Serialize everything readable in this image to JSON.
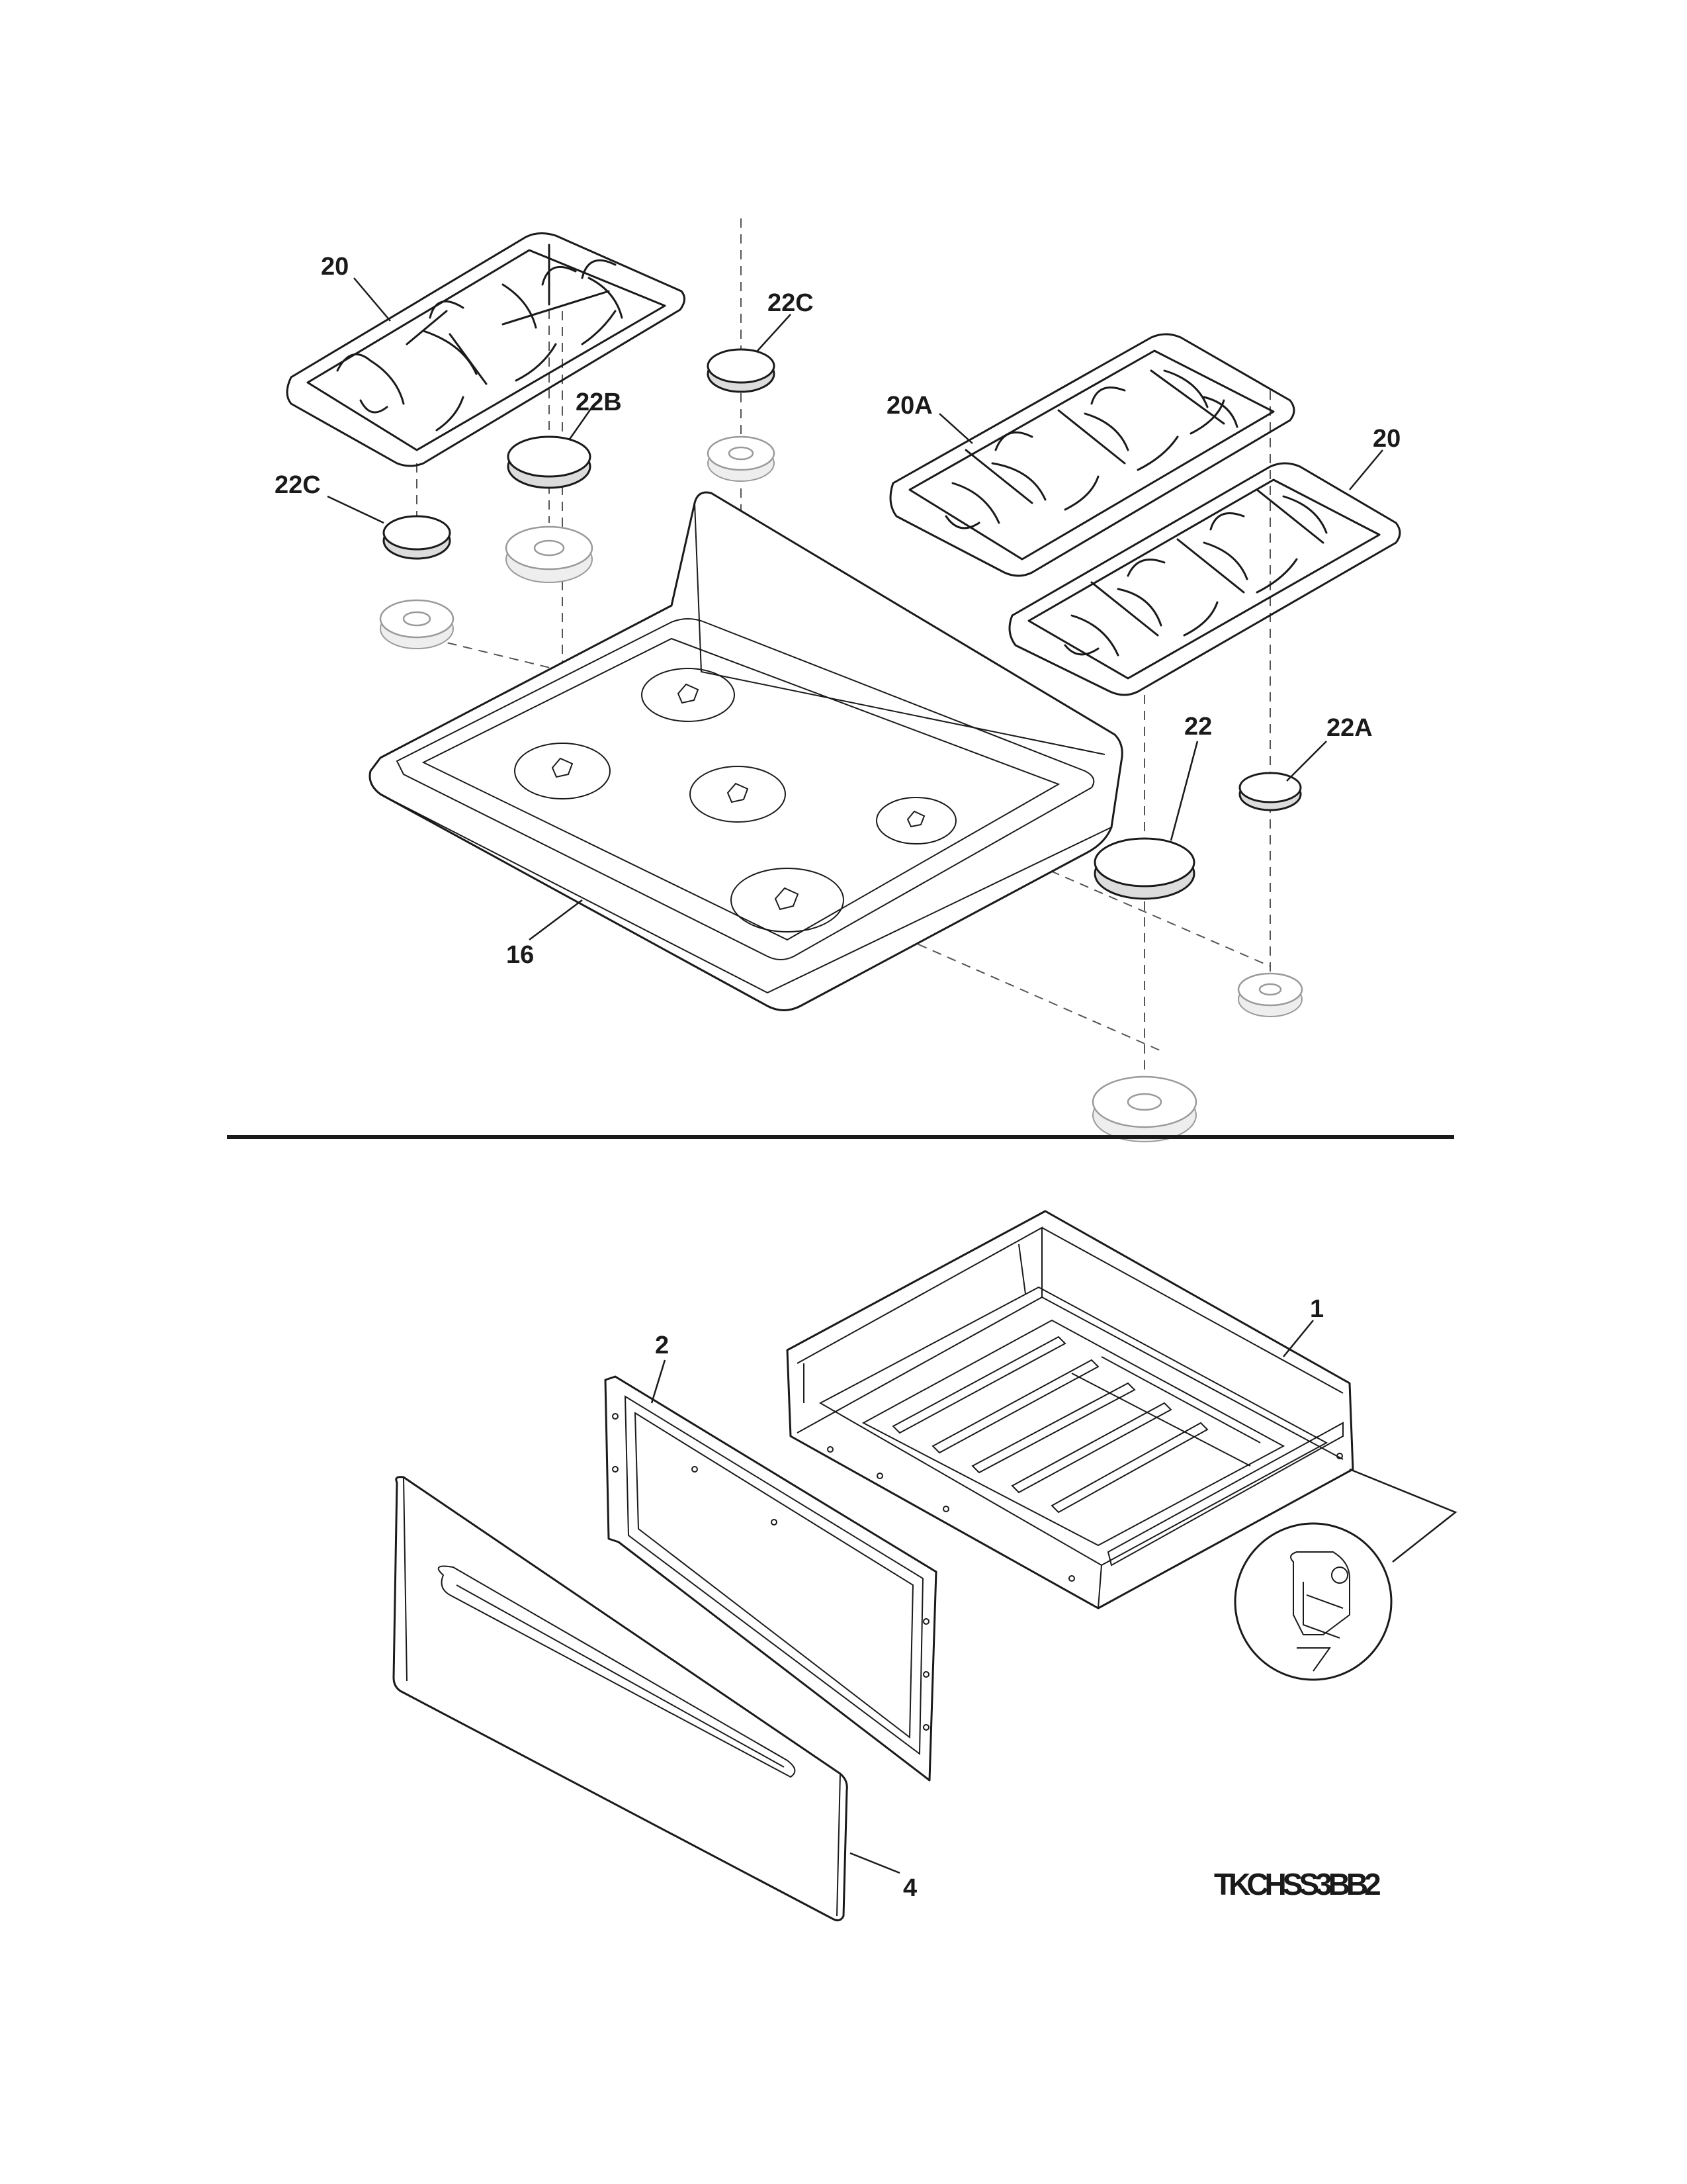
{
  "labels": {
    "grate_left": "20",
    "grate_center_right": "20A",
    "grate_right": "20",
    "cap_small_left": "22C",
    "cap_small_top": "22C",
    "cap_medium": "22B",
    "cap_large": "22",
    "cap_small_right": "22A",
    "cooktop": "16",
    "drawer_body": "1",
    "drawer_liner": "2",
    "drawer_front": "4"
  },
  "diagram_code": "TKCHSS3BB2",
  "colors": {
    "line": "#1a1a1a",
    "ghost": "#9a9a9a",
    "background": "#ffffff"
  }
}
